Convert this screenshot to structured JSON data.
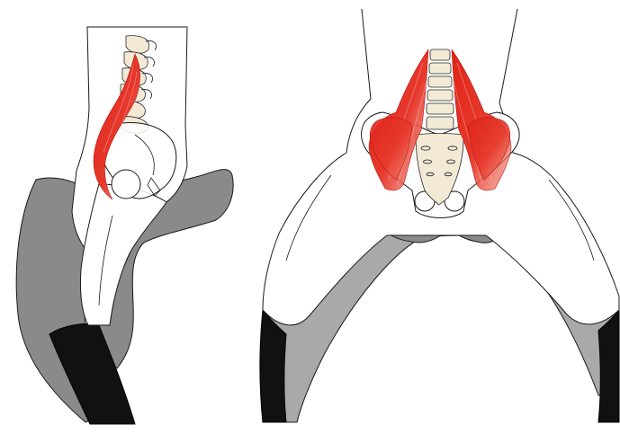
{
  "figure": {
    "views": [
      "side-view",
      "front-view"
    ],
    "colors": {
      "muscle": "#e0241a",
      "muscle_highlight": "#f28a7a",
      "bone": "#f3ead6",
      "saddle_dark": "#8a8a8a",
      "saddle_light": "#a9a9a9",
      "boot": "#111111",
      "outline": "#1a1a1a"
    },
    "icons": [
      "spine-illustration",
      "psoas-muscle-illustration",
      "pelvis-illustration",
      "saddle-illustration",
      "leg-illustration"
    ]
  }
}
